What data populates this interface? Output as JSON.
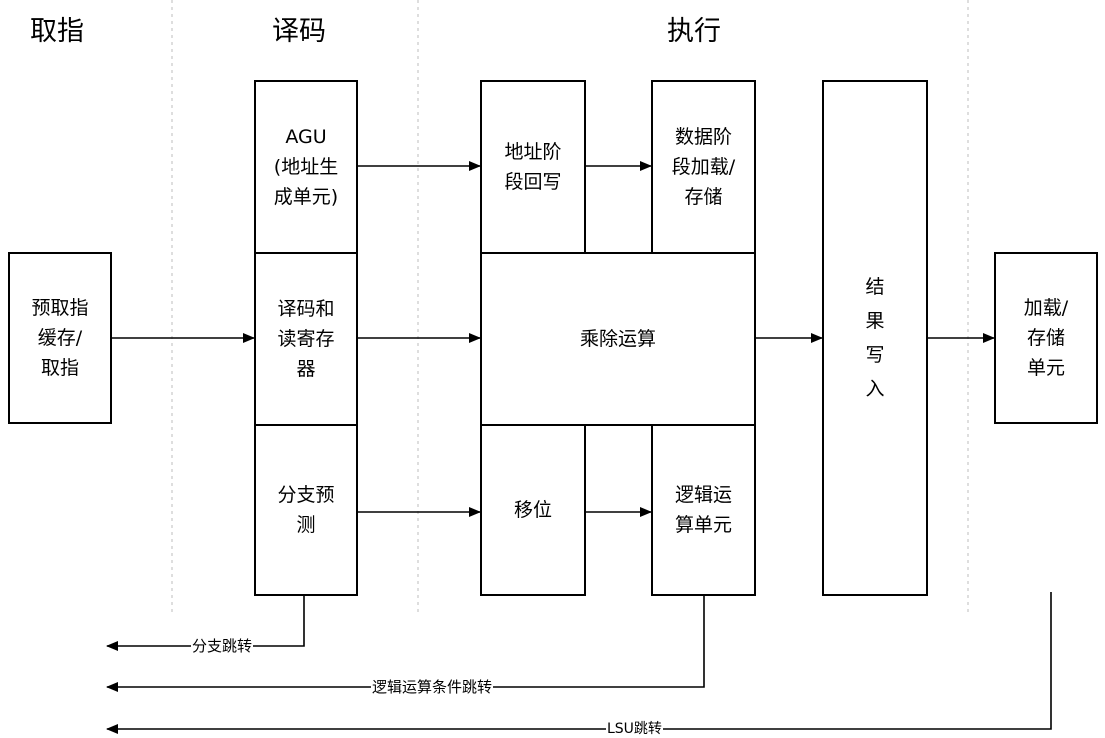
{
  "stages": {
    "fetch": "取指",
    "decode": "译码",
    "execute": "执行"
  },
  "blocks": {
    "prefetch": "预取指\n缓存/\n取指",
    "agu": "AGU\n(地址生\n成单元)",
    "decode_read": "译码和\n读寄存\n器",
    "branch_predict": "分支预\n测",
    "addr_writeback": "地址阶\n段回写",
    "data_load_store": "数据阶\n段加载/\n存储",
    "mul_div": "乘除运算",
    "shift": "移位",
    "logic_unit": "逻辑运\n算单元",
    "writeback": "结\n果\n写\n入",
    "lsu": "加载/\n存储\n单元"
  },
  "feedback": {
    "branch_jump": "分支跳转",
    "logic_cond_jump": "逻辑运算条件跳转",
    "lsu_jump": "LSU跳转"
  }
}
